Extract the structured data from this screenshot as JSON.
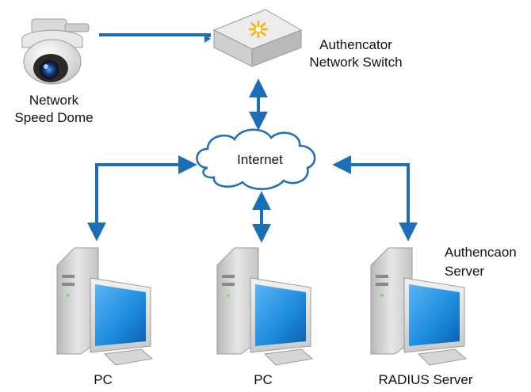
{
  "diagram": {
    "nodes": {
      "dome": {
        "label_line1": "Network",
        "label_line2": "Speed Dome",
        "icon": "speed-dome-camera-icon"
      },
      "switch": {
        "label_line1": "Authencator",
        "label_line2": "Network Switch",
        "icon": "network-switch-icon"
      },
      "internet": {
        "label": "Internet",
        "icon": "cloud-icon"
      },
      "pc_left": {
        "label": "PC",
        "icon": "desktop-computer-icon"
      },
      "pc_middle": {
        "label": "PC",
        "icon": "desktop-computer-icon"
      },
      "radius": {
        "label_top1": "Authencaon",
        "label_top2": "Server",
        "label": "RADIUS Server",
        "icon": "server-computer-icon"
      }
    },
    "connections": [
      {
        "from": "dome",
        "to": "switch",
        "style": "line"
      },
      {
        "from": "switch",
        "to": "internet",
        "style": "double-arrow"
      },
      {
        "from": "internet",
        "to": "pc_left",
        "style": "double-arrow"
      },
      {
        "from": "internet",
        "to": "pc_middle",
        "style": "double-arrow"
      },
      {
        "from": "internet",
        "to": "radius",
        "style": "double-arrow"
      }
    ],
    "colors": {
      "link": "#1b6fb8",
      "screen": "#1f8ee0",
      "case": "#d8d8d8"
    }
  }
}
